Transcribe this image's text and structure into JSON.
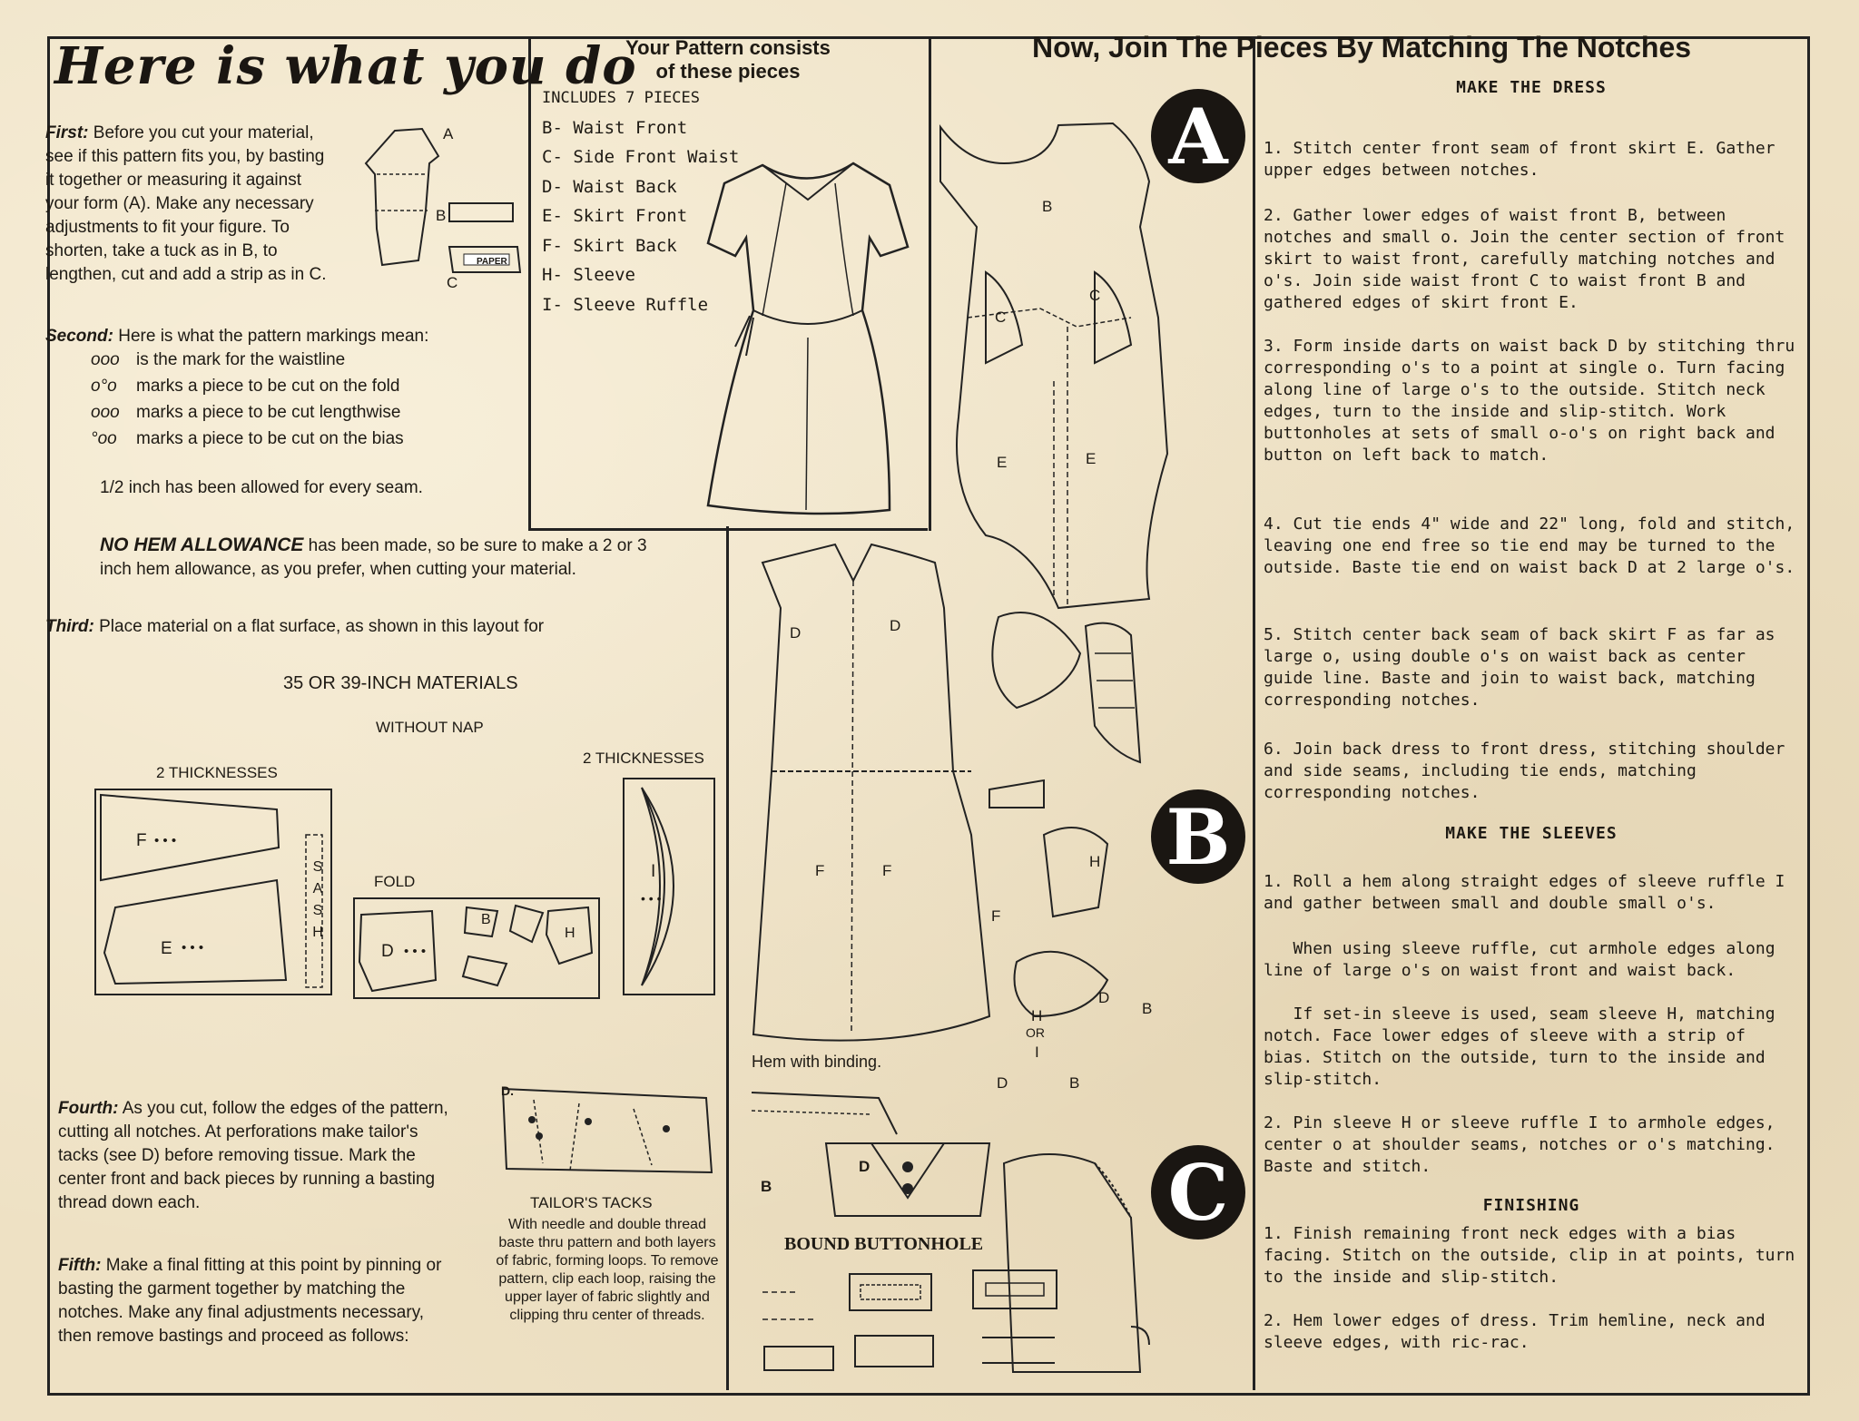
{
  "left": {
    "title": "Here is what you do",
    "first_label": "First:",
    "first_text": " Before you cut your material, see if this pattern fits you, by basting it together or measuring it against your form (A). Make any necessary adjustments to fit your figure. To shorten, take a tuck as in B, to lengthen, cut and add a strip as in C.",
    "fig_letters": [
      "A",
      "B",
      "C"
    ],
    "paper_label": "PAPER",
    "second_label": "Second:",
    "second_text": " Here is what the pattern markings mean:",
    "markings": [
      {
        "sym": "ooo",
        "text": "is the mark for the waistline"
      },
      {
        "sym": "o°o",
        "text": "marks a piece to be cut on the fold"
      },
      {
        "sym": "ooo",
        "text": "marks a piece to be cut lengthwise"
      },
      {
        "sym": "°oo",
        "text": "marks a piece to be cut on the bias"
      }
    ],
    "seam_text": "1/2 inch has been allowed for every seam.",
    "hem_label": "NO HEM ALLOWANCE",
    "hem_text": " has been made, so be sure to make a 2 or 3 inch hem allowance, as you prefer, when cutting your material.",
    "third_label": "Third:",
    "third_text": " Place material on a flat surface, as shown in  this layout for",
    "materials_heading": "35 OR 39-INCH MATERIALS",
    "without_nap": "WITHOUT NAP",
    "thick_left": "2 THICKNESSES",
    "thick_right": "2 THICKNESSES",
    "fold_label": "FOLD",
    "sash_letters": [
      "S",
      "A",
      "S",
      "H"
    ],
    "layout_letters": {
      "f": "F",
      "e": "E",
      "d": "D",
      "b": "B",
      "h": "H",
      "i": "I",
      "dots": "• • •"
    },
    "fourth_label": "Fourth:",
    "fourth_text": " As you cut, follow the edges of the pattern, cutting all notches. At perforations make tailor's tacks (see D) before removing tissue. Mark the center front and back pieces by running a basting thread down each.",
    "fifth_label": "Fifth:",
    "fifth_text": " Make a final fitting at this point by pinning or basting the garment together by matching the notches. Make any final adjustments necessary, then remove bastings and proceed as follows:",
    "tacks_letter": "D.",
    "tacks_heading": "TAILOR'S TACKS",
    "tacks_text": "With needle and double thread baste thru pattern and both layers of fabric, forming loops. To remove pattern, clip each loop, raising the upper layer of fabric slightly and clipping thru center of threads."
  },
  "pattern": {
    "title_line1": "Your Pattern consists",
    "title_line2": "of these pieces",
    "includes": "INCLUDES 7 PIECES",
    "pieces": [
      "B- Waist Front",
      "C- Side Front Waist",
      "D- Waist Back",
      "E- Skirt Front",
      "F- Skirt Back",
      "H- Sleeve",
      "I- Sleeve Ruffle"
    ]
  },
  "middle": {
    "fig_a_letters": {
      "b": "B",
      "c1": "C",
      "c2": "C",
      "e1": "E",
      "e2": "E"
    },
    "fig_b_letters": {
      "d1": "D",
      "d2": "D",
      "f1": "F",
      "f2": "F",
      "f3": "F",
      "h": "H",
      "d3": "D",
      "b1": "B",
      "h2": "H",
      "or": "OR",
      "i": "I",
      "d4": "D",
      "b2": "B"
    },
    "hem_binding": "Hem with binding.",
    "bound_buttonhole": "BOUND BUTTONHOLE",
    "fig_c_letters": {
      "b": "B",
      "d": "D"
    }
  },
  "right": {
    "title": "Now, Join The Pieces By Matching The Notches",
    "make_dress": "MAKE THE DRESS",
    "dress_steps": [
      "1. Stitch center front seam of front skirt E. Gather upper edges between notches.",
      "2. Gather lower edges of waist front B, between notches and small o. Join the center section of front skirt to waist front, carefully matching notches and o's. Join side waist front C to waist front B and gathered edges of skirt front E.",
      "3. Form inside darts on waist back D by stitching thru corresponding o's to a point at single o. Turn facing along line of large o's to the outside. Stitch neck edges, turn to the inside and slip-stitch. Work buttonholes at sets of small o-o's on right back and button on left back to match.",
      "4. Cut tie ends 4\" wide and 22\" long, fold and stitch, leaving one end free so tie end may be turned to the outside. Baste tie end on waist back D at 2 large o's.",
      "5. Stitch center back seam of back skirt F as far as large o, using  double o's on waist back as center guide line. Baste and join to waist back, matching corresponding notches.",
      "6. Join back dress to front dress, stitching shoulder and side seams, including tie ends, matching corresponding notches."
    ],
    "make_sleeves": "MAKE THE SLEEVES",
    "sleeve_steps": [
      "1. Roll a hem along straight edges of sleeve ruffle I and gather between small and double small o's.",
      "   When using sleeve ruffle, cut armhole edges along line of large o's on waist front and waist back.",
      "   If set-in sleeve is used, seam sleeve H, matching notch. Face lower edges of sleeve with a strip of bias. Stitch on the outside, turn to the inside and slip-stitch.",
      "2. Pin sleeve H or sleeve ruffle I to armhole edges, center o at shoulder seams, notches or o's matching. Baste and stitch."
    ],
    "finishing": "FINISHING",
    "finish_steps": [
      "1. Finish remaining front neck edges with a bias facing. Stitch on the outside, clip in at points, turn to the inside and slip-stitch.",
      "2. Hem lower edges of dress. Trim hemline, neck and sleeve edges, with ric-rac."
    ],
    "badges": [
      "A",
      "B",
      "C"
    ]
  },
  "colors": {
    "paper": "#eee1c4",
    "ink": "#1e1a14"
  }
}
